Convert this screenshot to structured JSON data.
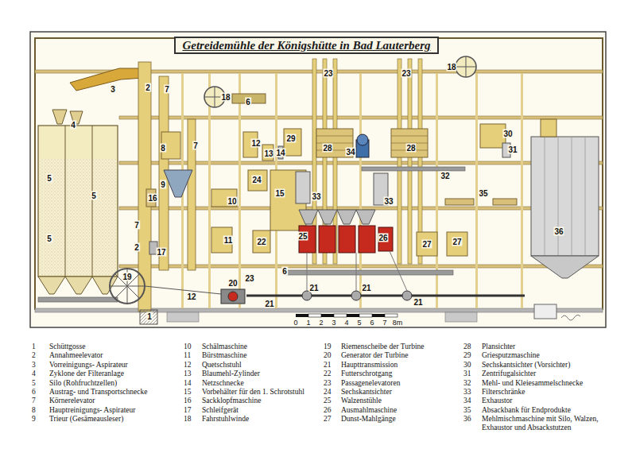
{
  "diagram": {
    "title": "Getreidemühle der Königshütte in Bad Lauterberg",
    "labels": [
      "3",
      "2",
      "7",
      "18",
      "6",
      "4",
      "8",
      "7",
      "12",
      "13",
      "14",
      "29",
      "23",
      "23",
      "18",
      "28",
      "34",
      "28",
      "30",
      "31",
      "5",
      "9",
      "16",
      "24",
      "15",
      "10",
      "5",
      "33",
      "33",
      "32",
      "35",
      "7",
      "5",
      "11",
      "2",
      "17",
      "22",
      "25",
      "26",
      "27",
      "27",
      "36",
      "6",
      "19",
      "20",
      "23",
      "21",
      "21",
      "12",
      "21",
      "21",
      "1",
      "0",
      "1",
      "2",
      "3",
      "4",
      "5",
      "6",
      "7",
      "8m",
      "1",
      "Schüttgosse",
      "2",
      "Annahmeelevator",
      "3",
      "Vorreinigungs- Aspirateur",
      "4",
      "Zyklone der Filteranlage",
      "5",
      "Silo (Rohfruchtzellen)",
      "6",
      "Austrag- und Transportschnecke",
      "7",
      "Körnerelevator",
      "8",
      "Hauptreinigungs- Aspirateur",
      "9",
      "Trieur (Gesämeausleser)",
      "10",
      "Schälmaschine",
      "11",
      "Bürstmaschine",
      "12",
      "Quetschstuhl",
      "13",
      "Blaumehl-Zylinder",
      "14",
      "Netzschnecke",
      "15",
      "Vorbehälter für den 1. Schrotstuhl",
      "16",
      "Sackklopfmaschine",
      "17",
      "Schleifgerät",
      "18",
      "Fahrstuhlwinde",
      "19",
      "Riemenscheibe der Turbine",
      "20",
      "Generator der Turbine",
      "21",
      "Haupttransmission",
      "22",
      "Futterschrotgang",
      "23",
      "Passagenelevatoren",
      "24",
      "Sechskantsichter",
      "25",
      "Walzenstühle",
      "26",
      "Ausmahlmaschine",
      "27",
      "Dunst-Mahlgänge",
      "28",
      "Plansichter",
      "29",
      "Griesputzmaschine",
      "30",
      "Sechskantsichter (Vorsichter)",
      "31",
      "Zentrifugalsichter",
      "32",
      "Mehl- und Kleiesammelschnecke",
      "33",
      "Filterschränke",
      "34",
      "Exhaustor",
      "35",
      "Absackbank für Endprodukte",
      "36",
      "Mehlmischmaschine mit Silo, Walzen, Exhaustor und Absackstutzen"
    ]
  }
}
